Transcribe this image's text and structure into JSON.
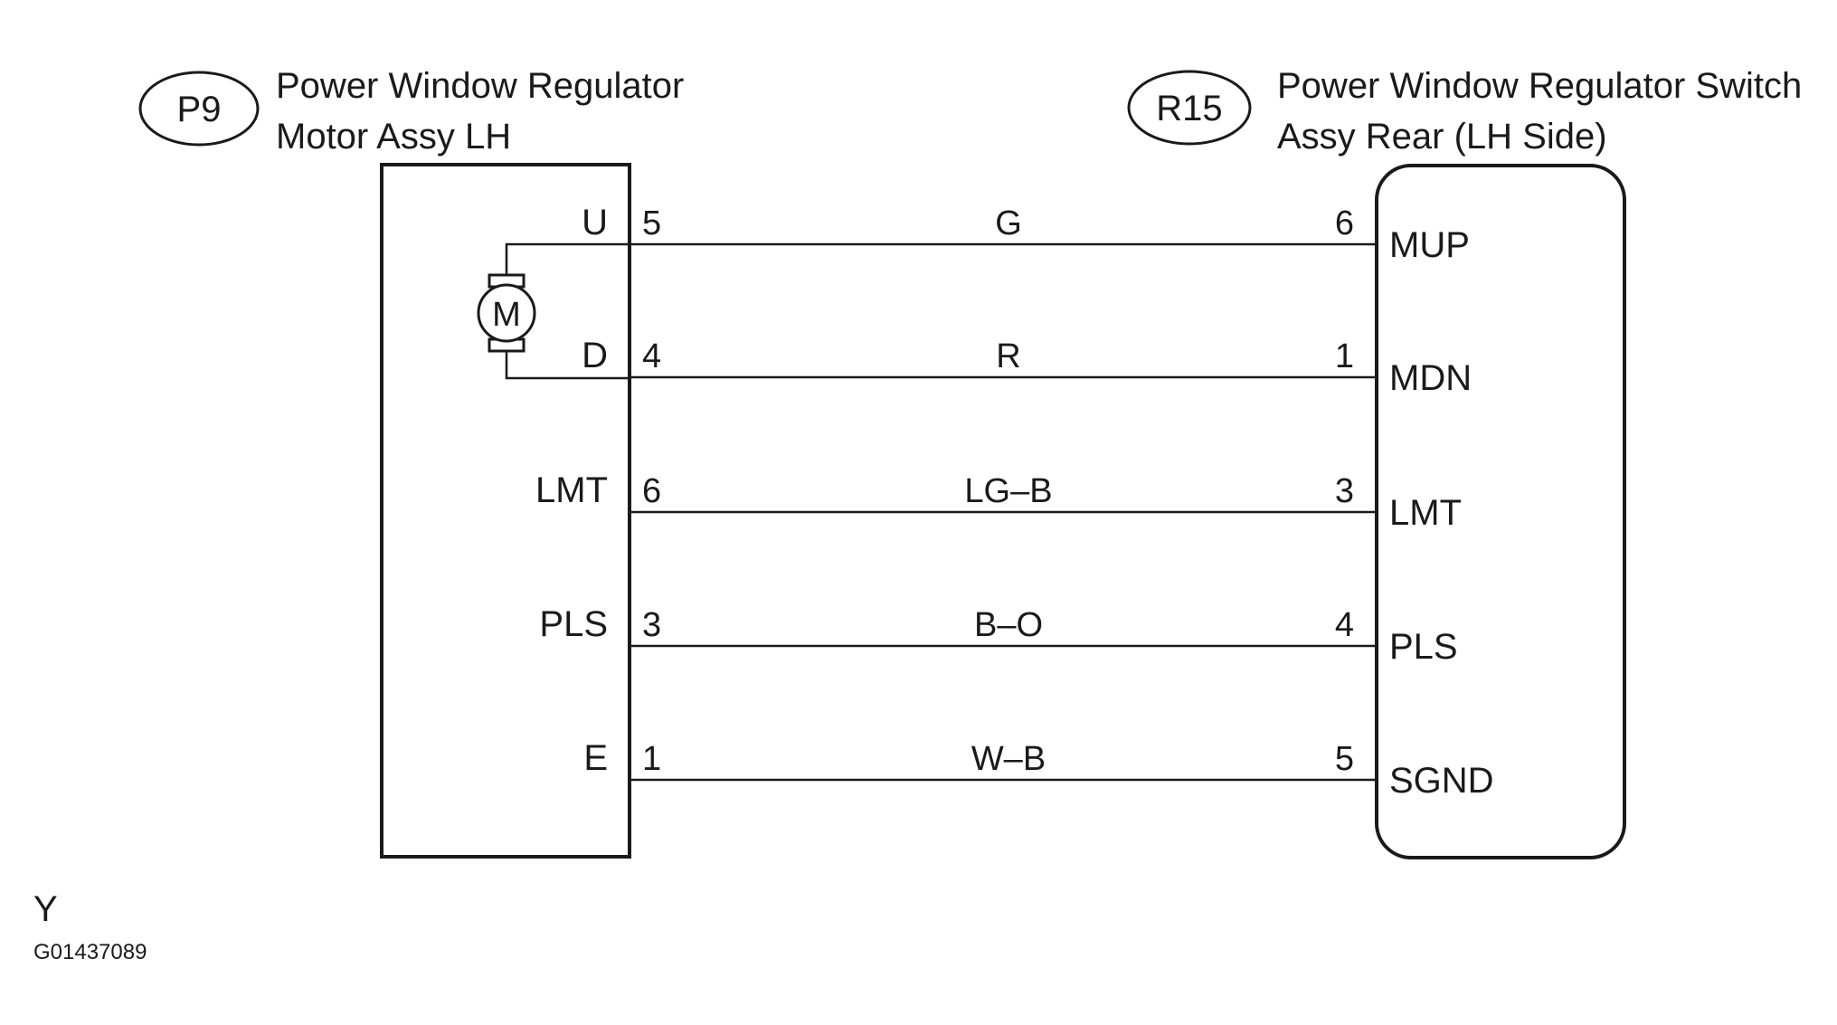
{
  "left_component": {
    "code": "P9",
    "title_line1": "Power Window Regulator",
    "title_line2": "Motor Assy LH",
    "motor_symbol": "M"
  },
  "right_component": {
    "code": "R15",
    "title_line1": "Power Window Regulator Switch",
    "title_line2": "Assy Rear (LH Side)"
  },
  "wires": [
    {
      "left_terminal": "U",
      "left_pin": "5",
      "color": "G",
      "right_pin": "6",
      "right_terminal": "MUP"
    },
    {
      "left_terminal": "D",
      "left_pin": "4",
      "color": "R",
      "right_pin": "1",
      "right_terminal": "MDN"
    },
    {
      "left_terminal": "LMT",
      "left_pin": "6",
      "color": "LG–B",
      "right_pin": "3",
      "right_terminal": "LMT"
    },
    {
      "left_terminal": "PLS",
      "left_pin": "3",
      "color": "B–O",
      "right_pin": "4",
      "right_terminal": "PLS"
    },
    {
      "left_terminal": "E",
      "left_pin": "1",
      "color": "W–B",
      "right_pin": "5",
      "right_terminal": "SGND"
    }
  ],
  "footer": {
    "letter": "Y",
    "code": "G01437089"
  }
}
